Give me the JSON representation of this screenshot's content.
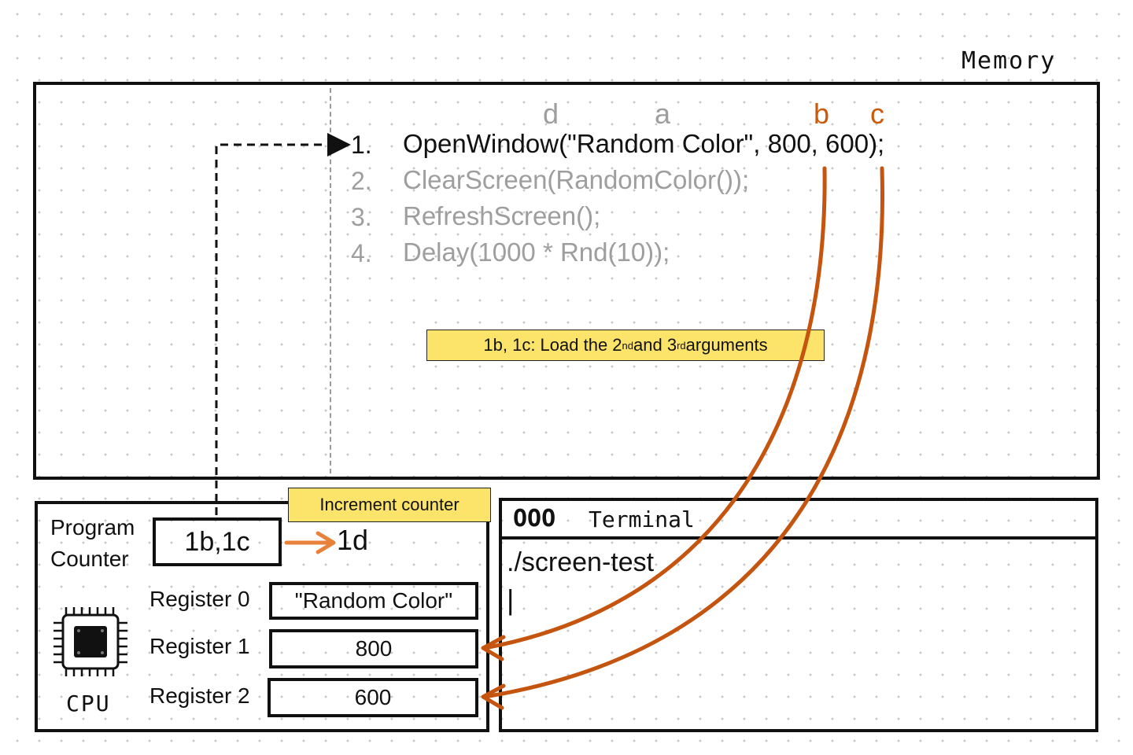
{
  "memory": {
    "label": "Memory",
    "column_letters": [
      "d",
      "a",
      "b",
      "c"
    ],
    "lines": [
      {
        "num": "1.",
        "code": "OpenWindow(\"Random Color\", 800, 600);",
        "active": true
      },
      {
        "num": "2.",
        "code": "ClearScreen(RandomColor());",
        "active": false
      },
      {
        "num": "3.",
        "code": "RefreshScreen();",
        "active": false
      },
      {
        "num": "4.",
        "code": "Delay(1000 * Rnd(10));",
        "active": false
      }
    ],
    "note": {
      "prefix": "1b, 1c: Load the 2",
      "sup1": "nd",
      "mid": " and 3",
      "sup2": "rd",
      "suffix": " arguments"
    }
  },
  "cpu": {
    "label": "CPU",
    "program_counter": {
      "label_line1": "Program",
      "label_line2": "Counter",
      "value": "1b,1c",
      "next_value": "1d"
    },
    "increment_note": "Increment counter",
    "registers": [
      {
        "label": "Register 0",
        "value": "\"Random Color\""
      },
      {
        "label": "Register 1",
        "value": "800"
      },
      {
        "label": "Register 2",
        "value": "600"
      }
    ],
    "chip_icon": "cpu-chip-icon"
  },
  "terminal": {
    "title": "Terminal",
    "window_dots": "OOO",
    "command": "./screen-test",
    "cursor": "|"
  },
  "colors": {
    "accent": "#cc5a0b",
    "arrow_orange": "#e8823a",
    "note_yellow": "#fce36a",
    "dim": "#9e9e9e"
  }
}
